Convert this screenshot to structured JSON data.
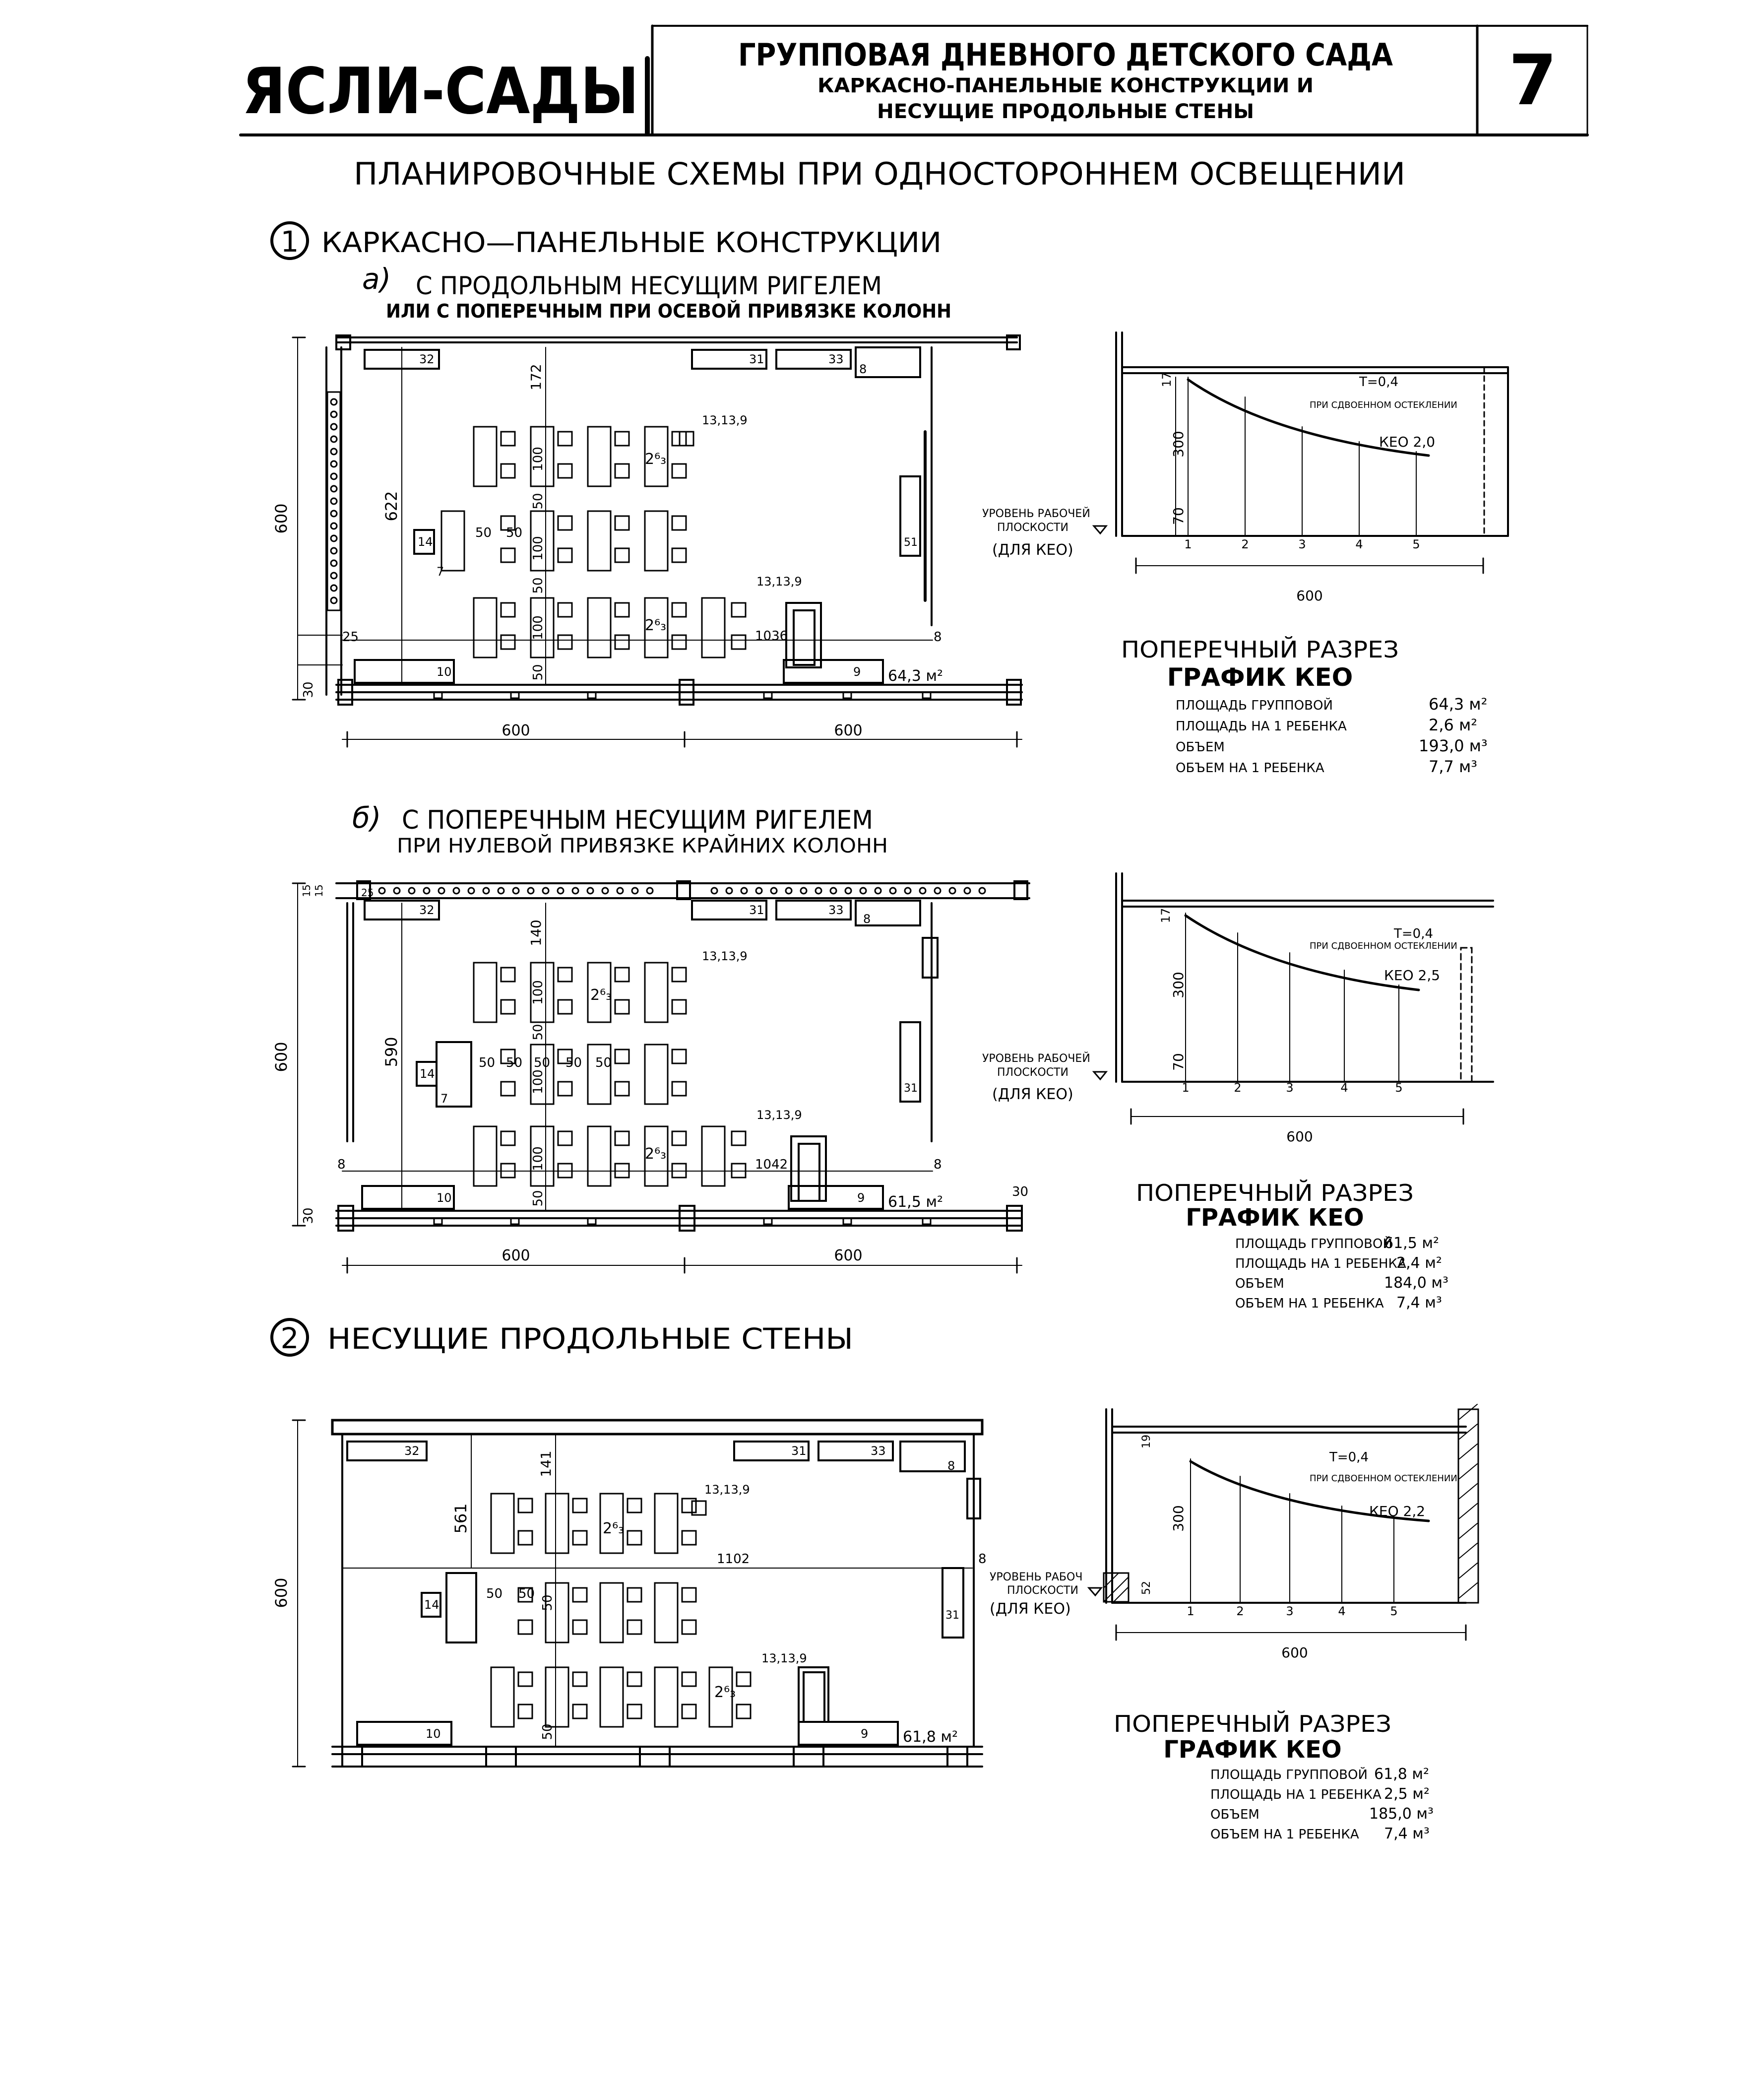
{
  "header": {
    "series": "ЯСЛИ-САДЫ",
    "title_line1": "ГРУППОВАЯ ДНЕВНОГО ДЕТСКОГО САДА",
    "title_line2": "КАРКАСНО-ПАНЕЛЬНЫЕ КОНСТРУКЦИИ И",
    "title_line3": "НЕСУЩИЕ ПРОДОЛЬНЫЕ СТЕНЫ",
    "sheet_number": "7"
  },
  "subtitle": "ПЛАНИРОВОЧНЫЕ СХЕМЫ ПРИ ОДНОСТОРОННЕМ ОСВЕЩЕНИИ",
  "sections": {
    "s1": {
      "num": "1",
      "title": "КАРКАСНО—ПАНЕЛЬНЫЕ КОНСТРУКЦИИ"
    },
    "s2": {
      "num": "2",
      "title": "НЕСУЩИЕ ПРОДОЛЬНЫЕ СТЕНЫ"
    }
  },
  "variants": {
    "a": {
      "letter": "а)",
      "line1": "С ПРОДОЛЬНЫМ НЕСУЩИМ РИГЕЛЕМ",
      "line2": "ИЛИ С ПОПЕРЕЧНЫМ ПРИ ОСЕВОЙ ПРИВЯЗКЕ КОЛОНН"
    },
    "b": {
      "letter": "б)",
      "line1": "С ПОПЕРЕЧНЫМ НЕСУЩИМ РИГЕЛЕМ",
      "line2": "ПРИ НУЛЕВОЙ ПРИВЯЗКЕ КРАЙНИХ КОЛОНН"
    }
  },
  "plans": {
    "p1": {
      "width_left": "600",
      "width_right": "600",
      "depth": "600",
      "inner_depth": "622",
      "top_dim": "172",
      "area_label": "64,3 м²",
      "offset_left": "25",
      "offset_bottom": "30",
      "offset_right": "8",
      "furniture": {
        "f32": "32",
        "f31": "31",
        "f33": "33",
        "f8": "8",
        "f14": "14",
        "f7": "7",
        "f10": "10",
        "f9": "9",
        "f51": "51"
      },
      "tables": {
        "t100a": "100",
        "t100b": "100",
        "t100c": "100",
        "t50a": "50",
        "t50b": "50",
        "t50c": "50",
        "t50d": "50",
        "t50e": "50"
      },
      "group_a": "2⁶₃",
      "group_b": "2⁶₃",
      "chairs_a": "13,13,9",
      "chairs_b": "13,13,9",
      "door_dim": "1036"
    },
    "p2": {
      "width_left": "600",
      "width_right": "600",
      "depth": "600",
      "inner_depth": "590",
      "top_dim": "140",
      "area_label": "61,5 м²",
      "offset_top_a": "15",
      "offset_top_b": "15",
      "offset_top_c": "25",
      "offset_left": "8",
      "offset_bottom": "30",
      "offset_right": "8",
      "offset_right_b": "30",
      "furniture": {
        "f32": "32",
        "f31": "31",
        "f33": "33",
        "f8": "8",
        "f14": "14",
        "f7": "7",
        "f10": "10",
        "f9": "9",
        "f51": "31"
      },
      "tables": {
        "t100a": "100",
        "t100b": "100",
        "t100c": "100",
        "t50a": "50",
        "t50b": "50",
        "t50c": "50",
        "t50d": "50",
        "t50e": "50",
        "t50f": "50",
        "t50g": "50"
      },
      "group_a": "2⁶₃",
      "group_b": "2⁶₃",
      "chairs_a": "13,13,9",
      "chairs_b": "13,13,9",
      "door_dim": "1042"
    },
    "p3": {
      "depth": "600",
      "inner_depth": "561",
      "top_dim": "141",
      "mid_dim": "1102",
      "area_label": "61,8 м²",
      "offset_right": "8",
      "furniture": {
        "f32": "32",
        "f31": "31",
        "f33": "33",
        "f8": "8",
        "f14": "14",
        "f10": "10",
        "f9": "9",
        "f51": "31"
      },
      "tables": {
        "t50a": "50",
        "t50b": "50",
        "t50c": "50",
        "t50d": "50"
      },
      "group_a": "2⁶₃",
      "group_b": "2⁶₃",
      "chairs_a": "13,13,9",
      "chairs_b": "13,13,9"
    }
  },
  "sections_graph": {
    "g1": {
      "note_a": "Т=0,4",
      "note_b": "ПРИ СДВОЕННОМ ОСТЕКЛЕНИИ",
      "curve_label": "КЕО 2,0",
      "h1": "17",
      "h2": "300",
      "h3": "70",
      "width": "600",
      "ticks": [
        "1",
        "2",
        "3",
        "4",
        "5"
      ]
    },
    "g2": {
      "note_a": "Т=0,4",
      "note_b": "ПРИ СДВОЕННОМ ОСТЕКЛЕНИИ",
      "curve_label": "КЕО 2,5",
      "h1": "17",
      "h2": "300",
      "h3": "70",
      "width": "600",
      "ticks": [
        "1",
        "2",
        "3",
        "4",
        "5"
      ]
    },
    "g3": {
      "note_a": "Т=0,4",
      "note_b": "ПРИ СДВОЕННОМ ОСТЕКЛЕНИИ",
      "curve_label": "КЕО 2,2",
      "h1": "19",
      "h2": "300",
      "h3": "52",
      "width": "600",
      "ticks": [
        "1",
        "2",
        "3",
        "4",
        "5"
      ]
    }
  },
  "work_level": {
    "w1": {
      "line1": "УРОВЕНЬ РАБОЧЕЙ",
      "line2": "ПЛОСКОСТИ",
      "line3": "(ДЛЯ КЕО)"
    },
    "w2": {
      "line1": "УРОВЕНЬ РАБОЧЕЙ",
      "line2": "ПЛОСКОСТИ",
      "line3": "(ДЛЯ КЕО)"
    },
    "w3": {
      "line1": "УРОВЕНЬ РАБОЧ",
      "line2": "ПЛОСКОСТИ",
      "line3": "(ДЛЯ КЕО)"
    }
  },
  "stats": {
    "s1": {
      "title1": "ПОПЕРЕЧНЫЙ РАЗРЕЗ",
      "title2": "ГРАФИК КЕО",
      "rows": [
        {
          "label": "ПЛОЩАДЬ ГРУППОВОЙ",
          "value": "64,3 м²"
        },
        {
          "label": "ПЛОЩАДЬ НА 1 РЕБЕНКА",
          "value": "2,6 м²"
        },
        {
          "label": "ОБЪЕМ",
          "value": "193,0 м³"
        },
        {
          "label": "ОБЪЕМ НА 1 РЕБЕНКА",
          "value": "7,7 м³"
        }
      ]
    },
    "s2": {
      "title1": "ПОПЕРЕЧНЫЙ РАЗРЕЗ",
      "title2": "ГРАФИК КЕО",
      "rows": [
        {
          "label": "ПЛОЩАДЬ ГРУППОВОЙ",
          "value": "61,5 м²"
        },
        {
          "label": "ПЛОЩАДЬ НА 1 РЕБЕНКА",
          "value": "2,4 м²"
        },
        {
          "label": "ОБЪЕМ",
          "value": "184,0 м³"
        },
        {
          "label": "ОБЪЕМ НА 1 РЕБЕНКА",
          "value": "7,4 м³"
        }
      ]
    },
    "s3": {
      "title1": "ПОПЕРЕЧНЫЙ РАЗРЕЗ",
      "title2": "ГРАФИК КЕО",
      "rows": [
        {
          "label": "ПЛОЩАДЬ ГРУППОВОЙ",
          "value": "61,8 м²"
        },
        {
          "label": "ПЛОЩАДЬ НА 1 РЕБЕНКА",
          "value": "2,5 м²"
        },
        {
          "label": "ОБЪЕМ",
          "value": "185,0 м³"
        },
        {
          "label": "ОБЪЕМ НА 1 РЕБЕНКА",
          "value": "7,4 м³"
        }
      ]
    }
  }
}
